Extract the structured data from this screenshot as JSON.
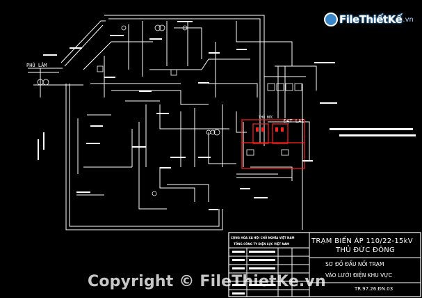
{
  "logo": {
    "brand": "FileThiếtKế",
    "suffix": ".vn"
  },
  "title_block": {
    "title_line1": "TRẠM BIẾN ÁP 110/22-15kV",
    "title_line2": "THỦ  ĐỨC ĐÔNG",
    "subtitle_line1": "SƠ ĐỒ ĐẤU NỐI TRẠM",
    "subtitle_line2": "VÀO LƯỚI ĐIỆN KHU VỰC",
    "drawing_code": "TR.97.26.ĐN.03",
    "org_line1": "CỘNG HÒA XÃ HỘI CHỦ NGHĨA VIỆT NAM",
    "org_line2": "TỔNG CÔNG TY ĐIỆN LỰC VIỆT NAM"
  },
  "diagram_labels": {
    "phu_lam": "PHÚ LÂM",
    "dat_lai": "ĐẠT LAI",
    "thu_duc": "THỦ ĐỨC"
  },
  "watermark": "Copyright © FileThietKe.vn",
  "colors": {
    "background": "#000000",
    "line": "#ffffff",
    "highlight": "#ff2020",
    "accent": "#3a86c8"
  }
}
